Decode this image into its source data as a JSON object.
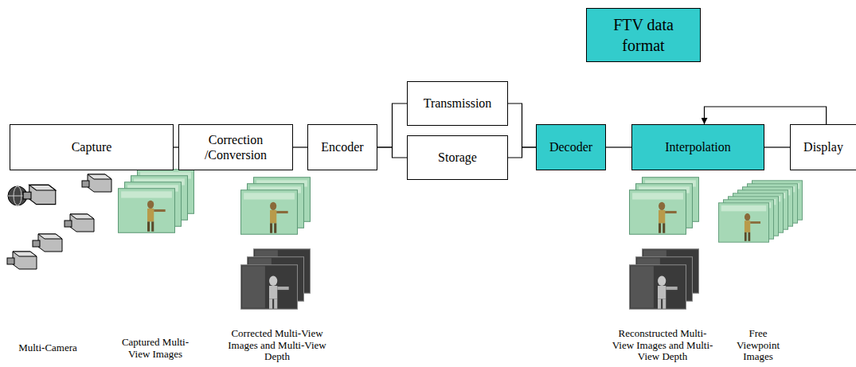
{
  "diagram": {
    "nodes": [
      {
        "text": [
          "Capture"
        ]
      },
      {
        "text": [
          "Correction /Conversion"
        ]
      },
      {
        "text": [
          "Encoder"
        ]
      },
      {
        "text": [
          "Transmission"
        ]
      },
      {
        "text": [
          "Storage"
        ]
      },
      {
        "text": [
          "Decoder"
        ]
      },
      {
        "text": [
          "Interpolation"
        ]
      },
      {
        "text": [
          "Display"
        ]
      },
      {
        "text": [
          "FTV data format"
        ]
      }
    ],
    "edges": [
      {
        "from": 0,
        "to": 1,
        "arrow": "none"
      },
      {
        "from": 1,
        "to": 2,
        "arrow": "none"
      },
      {
        "from": 2,
        "to": 3,
        "arrow": "none"
      },
      {
        "from": 2,
        "to": 4,
        "arrow": "none"
      },
      {
        "from": 3,
        "to": 5,
        "arrow": "none"
      },
      {
        "from": 4,
        "to": 5,
        "arrow": "none"
      },
      {
        "from": 5,
        "to": 6,
        "arrow": "none"
      },
      {
        "from": 6,
        "to": 7,
        "arrow": "none"
      },
      {
        "from": 7,
        "to": 6,
        "arrow": "to"
      }
    ],
    "labels": [
      "Multi-Camera",
      "Captured Multi-View Images",
      "Corrected Multi-View Images and Multi-View Depth",
      "Reconstructed Multi-View Images and Multi-View Depth",
      "Free Viewpoint Images"
    ]
  }
}
